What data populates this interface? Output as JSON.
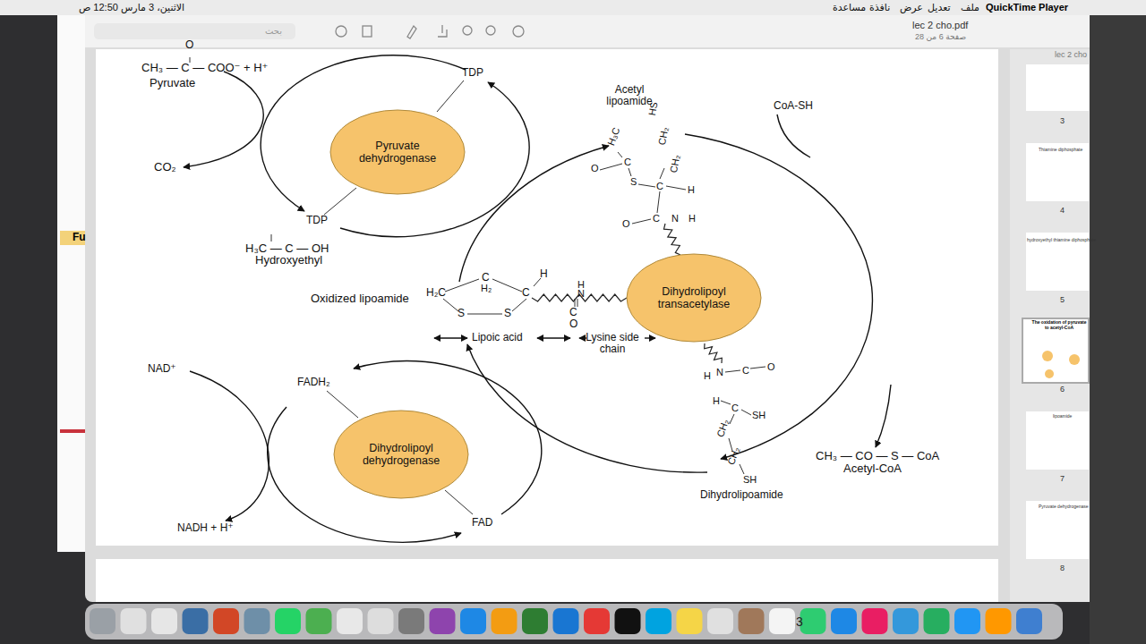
{
  "diagram": {
    "nodes": [
      {
        "text": [
          "Pyruvate dehydrogenase"
        ]
      },
      {
        "text": [
          "Dihydrolipoyl transacetylase"
        ]
      },
      {
        "text": [
          "Dihydrolipoyl dehydrogenase"
        ]
      }
    ],
    "labels": [
      "QuickTime Player",
      "ملف",
      "تعديل",
      "عرض",
      "نافذة",
      "مساعدة",
      "الاثنين، 3 مارس  12:50 ص",
      "lec 2 cho.pdf",
      "صفحة 6 من 28",
      "بحث",
      "lec 2 cho",
      "3",
      "Thiamine diphosphate",
      "4",
      "hydroxyethyl thiamine diphosphate",
      "5",
      "The oxidation of pyruvate to acetyl-CoA",
      "6",
      "lipoamide",
      "7",
      "Pyruvate dehydrogenase",
      "8",
      "Fu",
      "3",
      "O",
      "CH₃ — C — COO⁻ + H⁺",
      "Pyruvate",
      "CO₂",
      "TDP",
      "TDP",
      "H₃C — C — OH",
      "Hydroxyethyl",
      "Acetyl lipoamide",
      "CoA-SH",
      "H₃C",
      "C",
      "O",
      "S",
      "C",
      "H",
      "HS",
      "CH₂",
      "CH₂",
      "C",
      "N",
      "H",
      "O",
      "Oxidized lipoamide",
      "H₂C",
      "C",
      "H₂",
      "C",
      "H",
      "S",
      "S",
      "H",
      "N",
      "C",
      "O",
      "Lipoic acid",
      "Lysine side chain",
      "O",
      "C",
      "N",
      "H",
      "H",
      "C",
      "SH",
      "CH₂",
      "CH₂",
      "SH",
      "CH₃ — CO — S — CoA",
      "Acetyl-CoA",
      "Dihydrolipoamide",
      "NAD⁺",
      "FADH₂",
      "FAD",
      "NADH + H⁺"
    ]
  }
}
